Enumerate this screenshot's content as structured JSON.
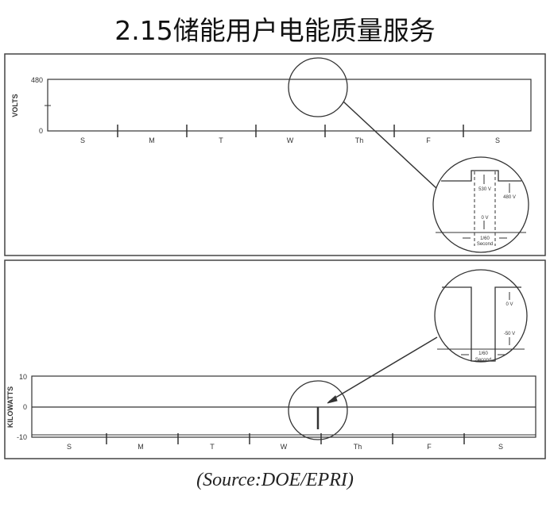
{
  "title": "2.15储能用户电能质量服务",
  "source": "(Source:DOE/EPRI)",
  "days": [
    "S",
    "M",
    "T",
    "W",
    "Th",
    "F",
    "S"
  ],
  "voltage_chart": {
    "ylabel": "VOLTS",
    "ticks": [
      "480",
      "0"
    ],
    "inset": {
      "label_high": "530 V",
      "label_480": "480 V",
      "label_zero": "0 V",
      "duration": "1/60",
      "duration_unit": "Second"
    }
  },
  "power_chart": {
    "ylabel": "KILOWATTS",
    "ticks": [
      "10",
      "0",
      "-10"
    ],
    "inset": {
      "label_zero": "0 V",
      "label_neg": "-50 V",
      "duration": "1/60",
      "duration_unit": "Second"
    }
  }
}
